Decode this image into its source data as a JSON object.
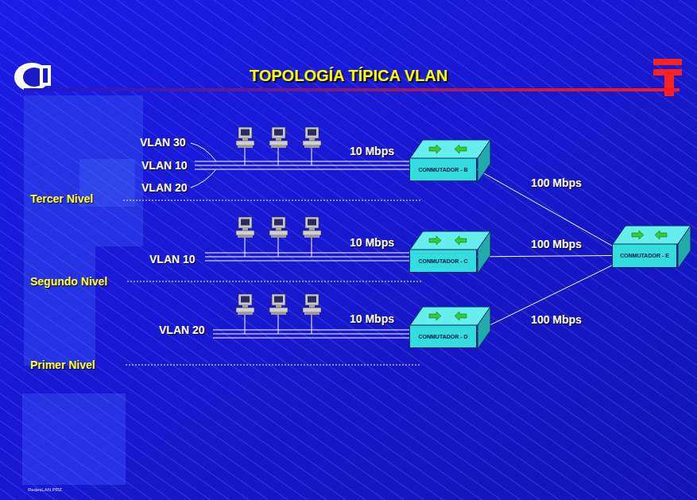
{
  "diagram": {
    "title": "TOPOLOGÍA TÍPICA VLAN",
    "nodes": [
      {
        "text": [
          "CONMUTADOR - B"
        ]
      },
      {
        "text": [
          "CONMUTADOR - C"
        ]
      },
      {
        "text": [
          "CONMUTADOR - D"
        ]
      },
      {
        "text": [
          "CONMUTADOR - E"
        ]
      }
    ],
    "edges": [
      {
        "from": 0,
        "to": 3,
        "arrow": "none",
        "label": "100 Mbps"
      },
      {
        "from": 1,
        "to": 3,
        "arrow": "none",
        "label": "100 Mbps"
      },
      {
        "from": 2,
        "to": 3,
        "arrow": "none",
        "label": "100 Mbps"
      }
    ],
    "labels": [
      "VLAN 30",
      "VLAN 10",
      "VLAN 20",
      "Tercer Nivel",
      "10 Mbps",
      "VLAN 10",
      "Segundo Nivel",
      "10 Mbps",
      "VLAN 20",
      "Primer Nivel",
      "10 Mbps",
      "RedesLAN.PRZ"
    ]
  }
}
